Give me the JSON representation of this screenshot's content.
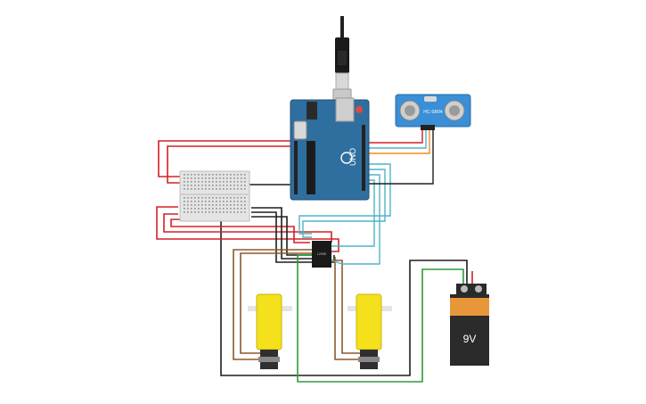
{
  "colors": {
    "arduino_board": "#2f6f9f",
    "breadboard": "#e4e4e4",
    "motor_yellow": "#f4e01b",
    "battery_body": "#2b2b2b",
    "battery_label": "#e8963a",
    "wire_red": "#d32027",
    "wire_black": "#1e1e1e",
    "wire_brown": "#8a5a2b",
    "wire_green": "#2e9a3a",
    "wire_cyan": "#4fb3c8",
    "wire_orange": "#f08a24",
    "sensor_body": "#3a8fd6"
  },
  "components": {
    "arduino": {
      "brand": "UNO"
    },
    "ultrasonic_sensor": {
      "model": "HC-SR04"
    },
    "motor_driver": {
      "chip": "L293D"
    },
    "battery": {
      "label": "9V"
    }
  }
}
